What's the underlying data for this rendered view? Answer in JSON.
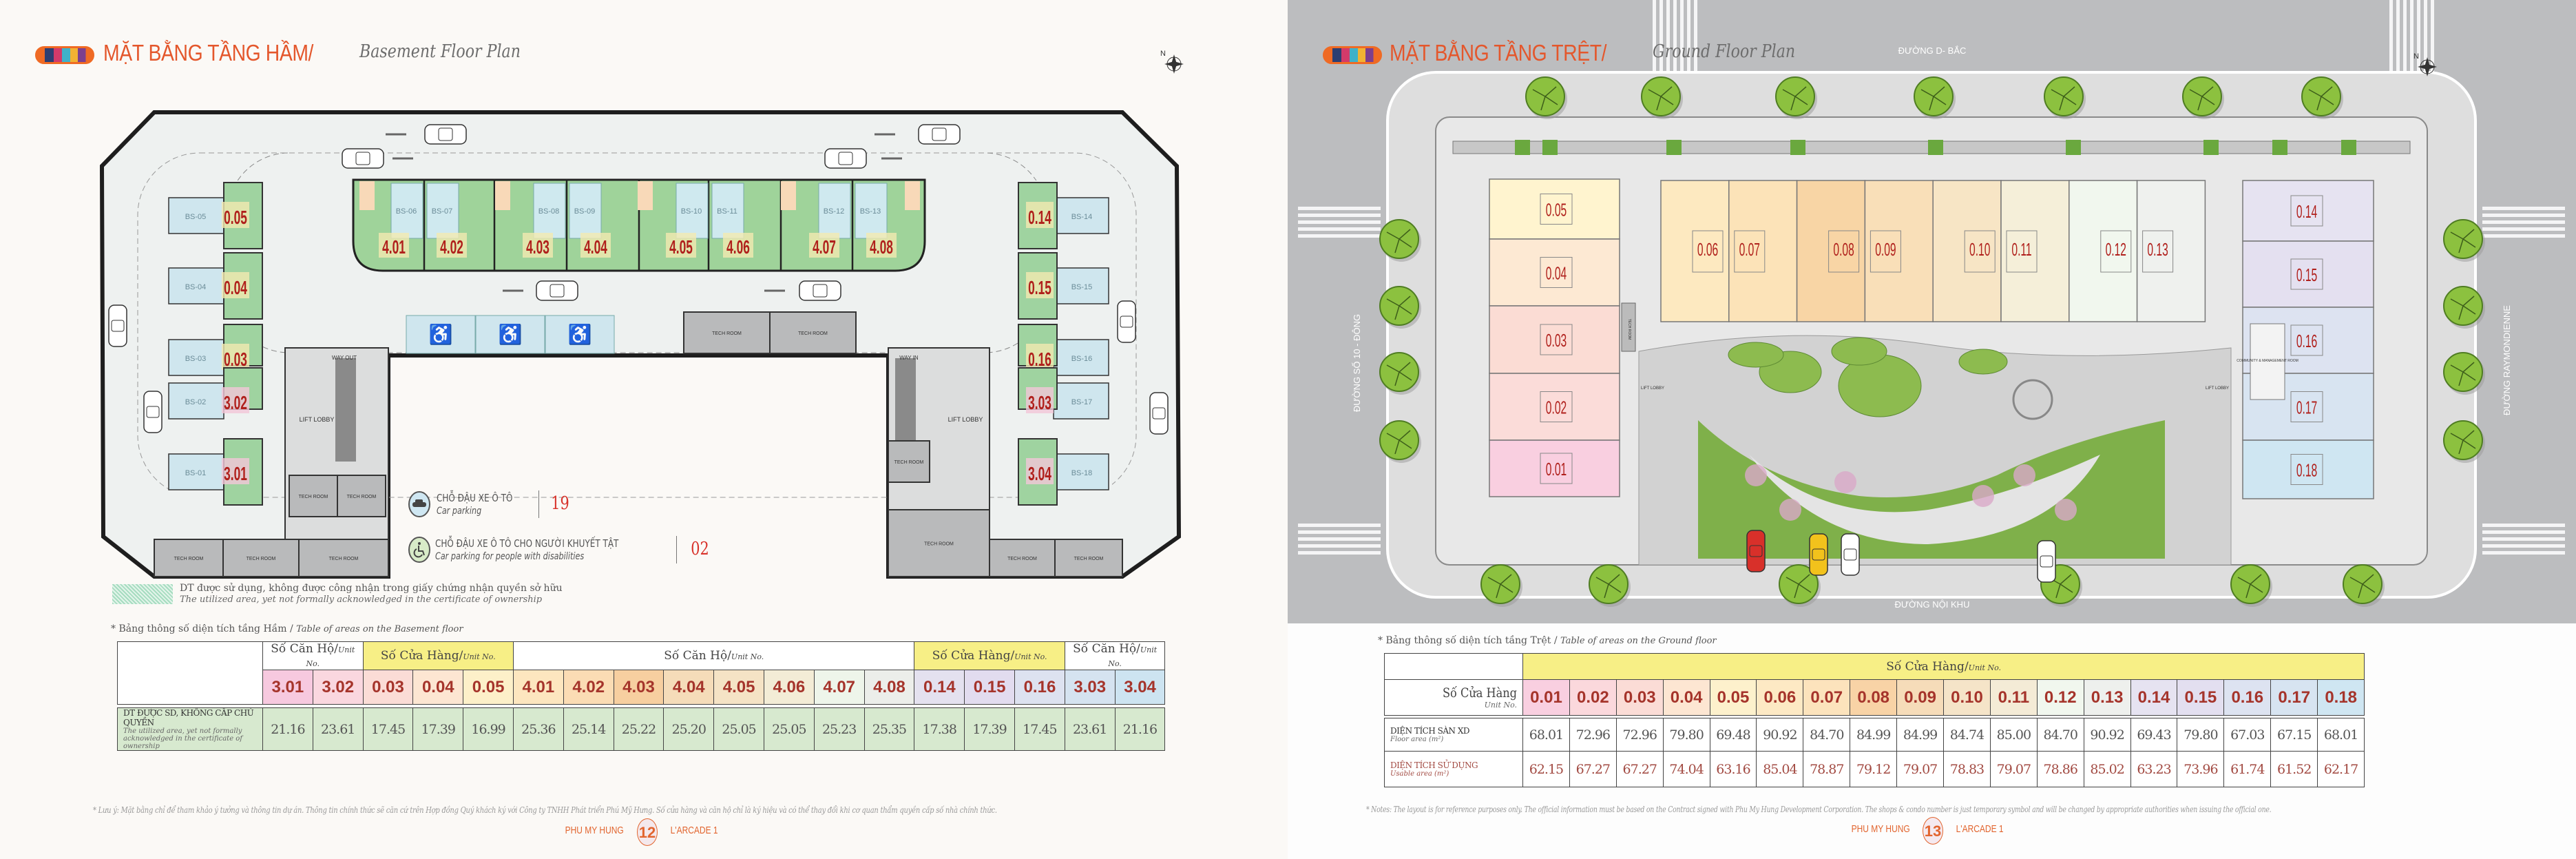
{
  "colors": {
    "accent": "#e4572c",
    "unit_text": "#a5342b",
    "shop_group": "#f7ef86",
    "green_area": "#d7e9cf",
    "plan_gray": "#bcbdbf"
  },
  "left_page": {
    "title_vi": "MẶT BẰNG TẦNG HẦM/",
    "title_en": "Basement Floor Plan",
    "compass": "N",
    "plan": {
      "middle_units": [
        {
          "unit": "4.01",
          "bs": "BS-06"
        },
        {
          "unit": "4.02",
          "bs": "BS-07"
        },
        {
          "unit": "4.03",
          "bs": "BS-08"
        },
        {
          "unit": "4.04",
          "bs": "BS-09"
        },
        {
          "unit": "4.05",
          "bs": "BS-10"
        },
        {
          "unit": "4.06",
          "bs": "BS-11"
        },
        {
          "unit": "4.07",
          "bs": "BS-12"
        },
        {
          "unit": "4.08",
          "bs": "BS-13"
        }
      ],
      "left_units": [
        {
          "unit": "0.05",
          "bs": "BS-05"
        },
        {
          "unit": "0.04",
          "bs": "BS-04"
        },
        {
          "unit": "0.03",
          "bs": "BS-03"
        },
        {
          "unit": "3.02",
          "bs": "BS-02"
        },
        {
          "unit": "3.01",
          "bs": "BS-01"
        }
      ],
      "right_units": [
        {
          "unit": "0.14",
          "bs": "BS-14"
        },
        {
          "unit": "0.15",
          "bs": "BS-15"
        },
        {
          "unit": "0.16",
          "bs": "BS-16"
        },
        {
          "unit": "3.03",
          "bs": "BS-17"
        },
        {
          "unit": "3.04",
          "bs": "BS-18"
        }
      ],
      "tech_room": "TECH ROOM",
      "lift_lobby": "LIFT LOBBY",
      "way_out": "WAY OUT",
      "way_in": "WAY IN"
    },
    "legend": {
      "car_vi": "CHỖ ĐẬU XE Ô TÔ",
      "car_en": "Car parking",
      "car_count": "19",
      "dis_vi": "CHỖ ĐẬU XE Ô TÔ CHO NGƯỜI KHUYẾT TẬT",
      "dis_en": "Car parking for people with disabilities",
      "dis_count": "02",
      "green_vi": "DT được sử dụng, không được công nhận trong giấy chứng nhận quyền sở hữu",
      "green_en": "The utilized area, yet not formally acknowledged in the certificate of ownership"
    },
    "table": {
      "caption_vi": "* Bảng thông số diện tích tầng Hầm / ",
      "caption_en": "Table of areas on the Basement floor",
      "groups": [
        {
          "label": "Số Căn Hộ/",
          "sub": "Unit No.",
          "span": 2,
          "shop": false
        },
        {
          "label": "Số Cửa Hàng/",
          "sub": "Unit No.",
          "span": 3,
          "shop": true
        },
        {
          "label": "Số Căn Hộ/",
          "sub": "Unit No.",
          "span": 8,
          "shop": false
        },
        {
          "label": "Số Cửa Hàng/",
          "sub": "Unit No.",
          "span": 3,
          "shop": true
        },
        {
          "label": "Số Căn Hộ/",
          "sub": "Unit No.",
          "span": 2,
          "shop": false
        }
      ],
      "units": [
        {
          "no": "3.01",
          "color": "#f7c9df"
        },
        {
          "no": "3.02",
          "color": "#fad7df"
        },
        {
          "no": "0.03",
          "color": "#fbdcd6"
        },
        {
          "no": "0.04",
          "color": "#fde6d2"
        },
        {
          "no": "0.05",
          "color": "#fdf0c9"
        },
        {
          "no": "4.01",
          "color": "#fde6bf"
        },
        {
          "no": "4.02",
          "color": "#fbdcb4"
        },
        {
          "no": "4.03",
          "color": "#f7cfa0"
        },
        {
          "no": "4.04",
          "color": "#f5dcb9"
        },
        {
          "no": "4.05",
          "color": "#f5e3c5"
        },
        {
          "no": "4.06",
          "color": "#f3ecd6"
        },
        {
          "no": "4.07",
          "color": "#eef5ea"
        },
        {
          "no": "4.08",
          "color": "#eceeea"
        },
        {
          "no": "0.14",
          "color": "#e4e1ef"
        },
        {
          "no": "0.15",
          "color": "#e2dcef"
        },
        {
          "no": "0.16",
          "color": "#dde2f0"
        },
        {
          "no": "3.03",
          "color": "#d5e3f0"
        },
        {
          "no": "3.04",
          "color": "#cde4f1"
        }
      ],
      "row_label_vi": "DT ĐƯỢC SD, KHÔNG CẤP CHỦ QUYỀN",
      "row_label_en": "The utilized area, yet not formally acknowledged in the certificate of ownership",
      "values": [
        "21.16",
        "23.61",
        "17.45",
        "17.39",
        "16.99",
        "25.36",
        "25.14",
        "25.22",
        "25.20",
        "25.05",
        "25.05",
        "25.23",
        "25.35",
        "17.38",
        "17.39",
        "17.45",
        "23.61",
        "21.16"
      ]
    },
    "footer": {
      "note": "* Lưu ý: Mặt bằng chỉ để tham khảo ý tưởng và thông tin dự án. Thông tin chính thức sẽ căn cứ trên Hợp đồng Quý khách ký với Công ty TNHH Phát triển Phú Mỹ Hưng. Số cửa hàng và căn hộ chỉ là ký hiệu và có thể thay đổi khi cơ quan thẩm quyền cấp số nhà chính thức.",
      "brand_left": "PHU MY HUNG",
      "page": "12",
      "brand_right": "L'ARCADE 1"
    }
  },
  "right_page": {
    "title_vi": "MẶT BẰNG TẦNG TRỆT/",
    "title_en": "Ground Floor Plan",
    "compass": "N",
    "plan": {
      "streets": {
        "north": "ĐƯỜNG D- BẮC",
        "west": "ĐƯỜNG SỐ 10 - ĐÔNG",
        "east": "ĐƯỜNG RAYMONDIENNE",
        "south": "ĐƯỜNG NỘI KHU"
      },
      "left_shops": [
        "0.05",
        "0.04",
        "0.03",
        "0.02",
        "0.01"
      ],
      "top_shops": [
        "0.06",
        "0.07",
        "0.08",
        "0.09",
        "0.10",
        "0.11",
        "0.12",
        "0.13"
      ],
      "right_shops": [
        "0.14",
        "0.15",
        "0.16",
        "0.17",
        "0.18"
      ],
      "tech_room": "TECH ROOM",
      "lift_lobby": "LIFT LOBBY",
      "community_room": "COMMUNITY & MANAGEMENT ROOM"
    },
    "table": {
      "caption_vi": "* Bảng thông số diện tích tầng Trệt / ",
      "caption_en": "Table of areas on the Ground floor",
      "group_label": "Số Cửa Hàng/",
      "group_sub": "Unit No.",
      "unit_label_vi": "Số Cửa Hàng",
      "unit_label_en": "Unit No.",
      "units": [
        {
          "no": "0.01",
          "color": "#f9cfe0"
        },
        {
          "no": "0.02",
          "color": "#fbd8dc"
        },
        {
          "no": "0.03",
          "color": "#fbdcd6"
        },
        {
          "no": "0.04",
          "color": "#fde6d2"
        },
        {
          "no": "0.05",
          "color": "#fdf1cc"
        },
        {
          "no": "0.06",
          "color": "#fde9c4"
        },
        {
          "no": "0.07",
          "color": "#fce3bc"
        },
        {
          "no": "0.08",
          "color": "#f8d3a6"
        },
        {
          "no": "0.09",
          "color": "#f6dcb9"
        },
        {
          "no": "0.10",
          "color": "#f5e4c8"
        },
        {
          "no": "0.11",
          "color": "#f4ebd6"
        },
        {
          "no": "0.12",
          "color": "#f1f7ee"
        },
        {
          "no": "0.13",
          "color": "#eef0ed"
        },
        {
          "no": "0.14",
          "color": "#e6e3f1"
        },
        {
          "no": "0.15",
          "color": "#e3dff0"
        },
        {
          "no": "0.16",
          "color": "#dde3f1"
        },
        {
          "no": "0.17",
          "color": "#d7e4f1"
        },
        {
          "no": "0.18",
          "color": "#cfe6f2"
        }
      ],
      "floor_label_vi": "DIỆN TÍCH SÀN XD",
      "floor_label_en": "Floor area (m²)",
      "floor_area": [
        "68.01",
        "72.96",
        "72.96",
        "79.80",
        "69.48",
        "90.92",
        "84.70",
        "84.99",
        "84.99",
        "84.74",
        "85.00",
        "84.70",
        "90.92",
        "69.43",
        "79.80",
        "67.03",
        "67.15",
        "68.01"
      ],
      "usable_label_vi": "DIỆN TÍCH SỬ DỤNG",
      "usable_label_en": "Usable area (m²)",
      "usable_area": [
        "62.15",
        "67.27",
        "67.27",
        "74.04",
        "63.16",
        "85.04",
        "78.87",
        "79.12",
        "79.07",
        "78.83",
        "79.07",
        "78.86",
        "85.02",
        "63.23",
        "73.96",
        "61.74",
        "61.52",
        "62.17"
      ]
    },
    "footer": {
      "note": "* Notes: The layout is for reference purposes only. The official information must be based on the Contract signed with Phu My Hung Development Corporation. The shops & condo number is just temporary symbol and will be changed by appropriate authorities when issuing the official one.",
      "brand_left": "PHU MY HUNG",
      "page": "13",
      "brand_right": "L'ARCADE 1"
    }
  }
}
